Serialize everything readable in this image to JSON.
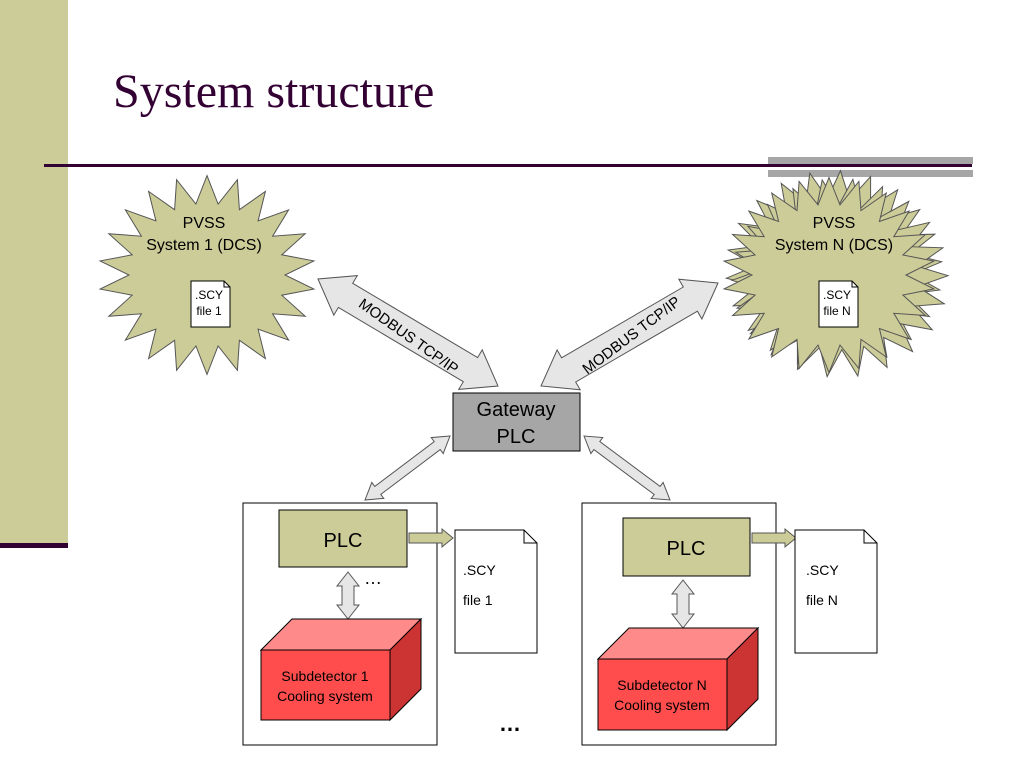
{
  "slide": {
    "title": "System structure"
  },
  "colors": {
    "band": "#cccc99",
    "rule": "#330033",
    "accent": "#a6a6a6",
    "olive": "#cccc99",
    "gateway": "#a6a6a6",
    "cube": "#ff6666"
  },
  "diagram": {
    "pvss_left": {
      "line1": "PVSS",
      "line2": "System 1 (DCS)",
      "file_line1": ".SCY",
      "file_line2": "file 1"
    },
    "pvss_right": {
      "line1": "PVSS",
      "line2": "System N (DCS)",
      "file_line1": ".SCY",
      "file_line2": "file N"
    },
    "link_left": "MODBUS TCP/IP",
    "link_right": "MODBUS TCP/IP",
    "gateway": {
      "line1": "Gateway",
      "line2": "PLC"
    },
    "subsystem_left": {
      "plc": "PLC",
      "cube_line1": "Subdetector 1",
      "cube_line2": "Cooling system",
      "file_line1": ".SCY",
      "file_line2": "file 1",
      "ellipsis": "…"
    },
    "subsystem_right": {
      "plc": "PLC",
      "cube_line1": "Subdetector N",
      "cube_line2": "Cooling system",
      "file_line1": ".SCY",
      "file_line2": "file N"
    },
    "bottom_ellipsis": "…"
  }
}
